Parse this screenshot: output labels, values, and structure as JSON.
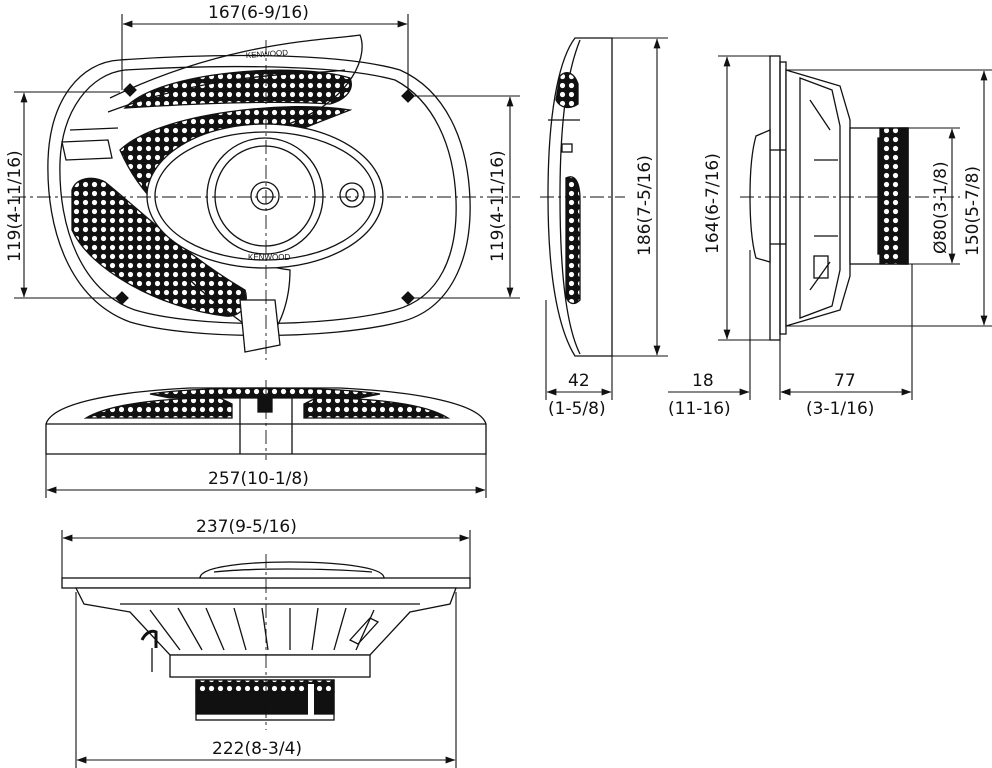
{
  "drawing": {
    "brand_top": "KENWOOD",
    "brand_bottom": "KENWOOD",
    "dimensions": {
      "width_mount": "167(6-9/16)",
      "height_mount_left": "119(4-11/16)",
      "height_mount_right": "119(4-11/16)",
      "height_side_total": "186(7-5/16)",
      "depth_front": "42",
      "depth_front_in": "(1-5/8)",
      "height_back_frame": "164(6-7/16)",
      "magnet_diameter": "Ø80(3-1/8)",
      "height_back_basket": "150(5-7/8)",
      "depth_flange": "18",
      "depth_flange_in": "(11-16)",
      "depth_mount": "77",
      "depth_mount_in": "(3-1/16)",
      "width_overall": "257(10-1/8)",
      "width_cutout": "237(9-5/16)",
      "width_basket": "222(8-3/4)"
    }
  }
}
